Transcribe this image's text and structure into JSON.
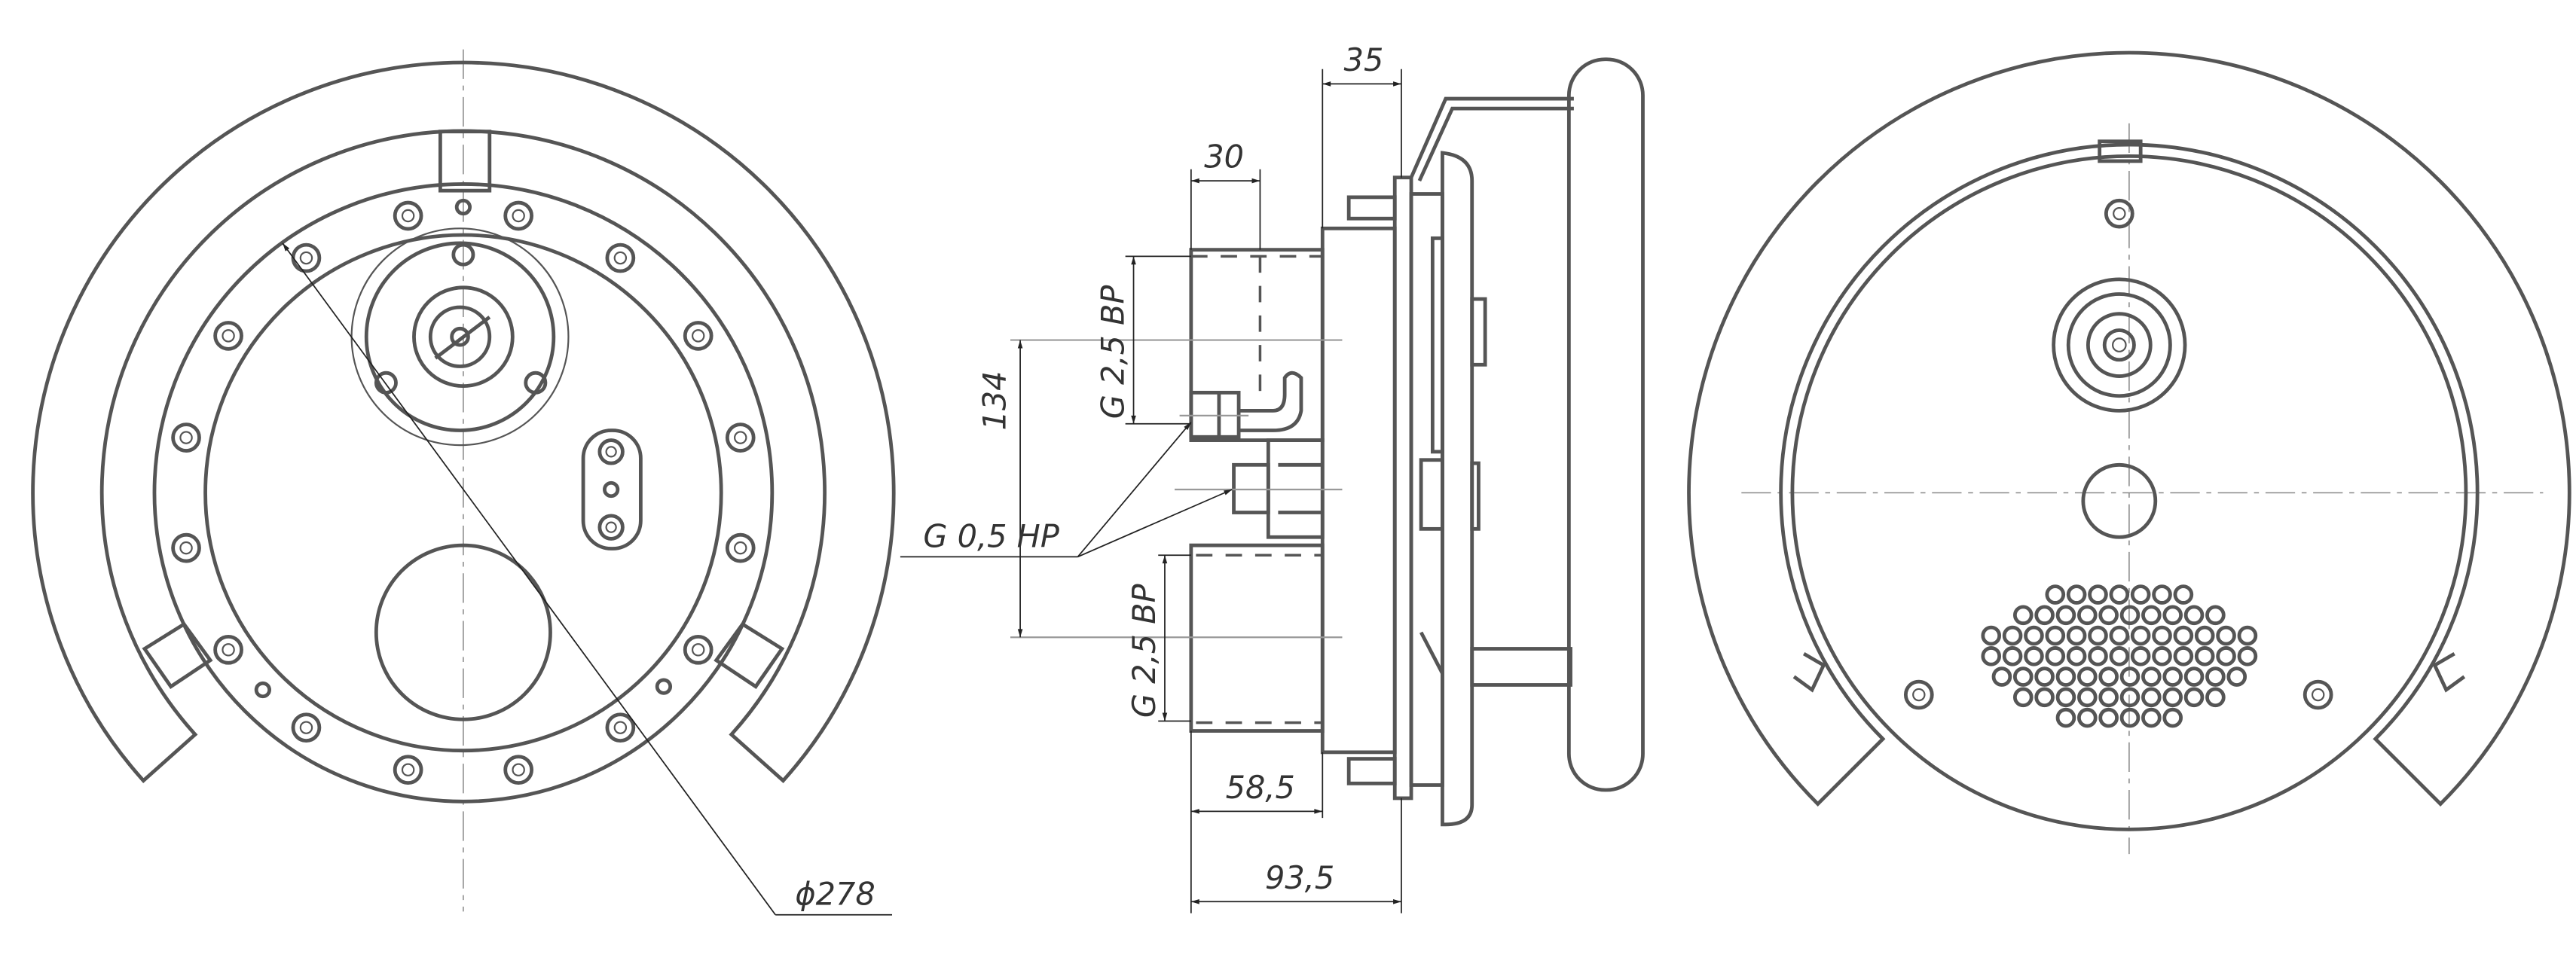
{
  "title": "Technical drawing: front, side and rear views",
  "dimensions": {
    "top_flange": "35",
    "pipe_length": "30",
    "pipe_spacing": "134",
    "upper_thread": "G 2,5 BP",
    "lower_thread": "G 2,5 BP",
    "small_thread": "G 0,5 HP",
    "depth_short": "58,5",
    "depth_total": "93,5",
    "diameter": "ϕ278"
  },
  "colors": {
    "line": "#555555",
    "dim": "#222222"
  }
}
